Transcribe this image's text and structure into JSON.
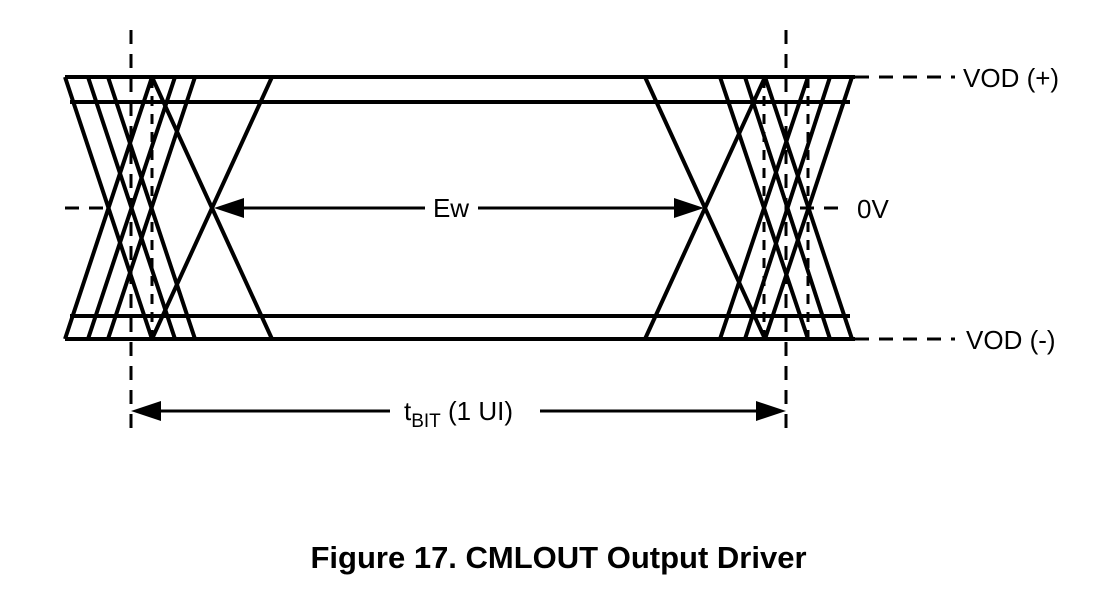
{
  "diagram": {
    "labels": {
      "vod_pos": "VOD (+)",
      "vod_neg": "VOD (-)",
      "zero_v": "0V",
      "eye_width": "Ew",
      "tbit_main": "t",
      "tbit_sub": "BIT",
      "tbit_rest": " (1 UI)"
    },
    "caption": "Figure 17.  CMLOUT Output Driver"
  }
}
